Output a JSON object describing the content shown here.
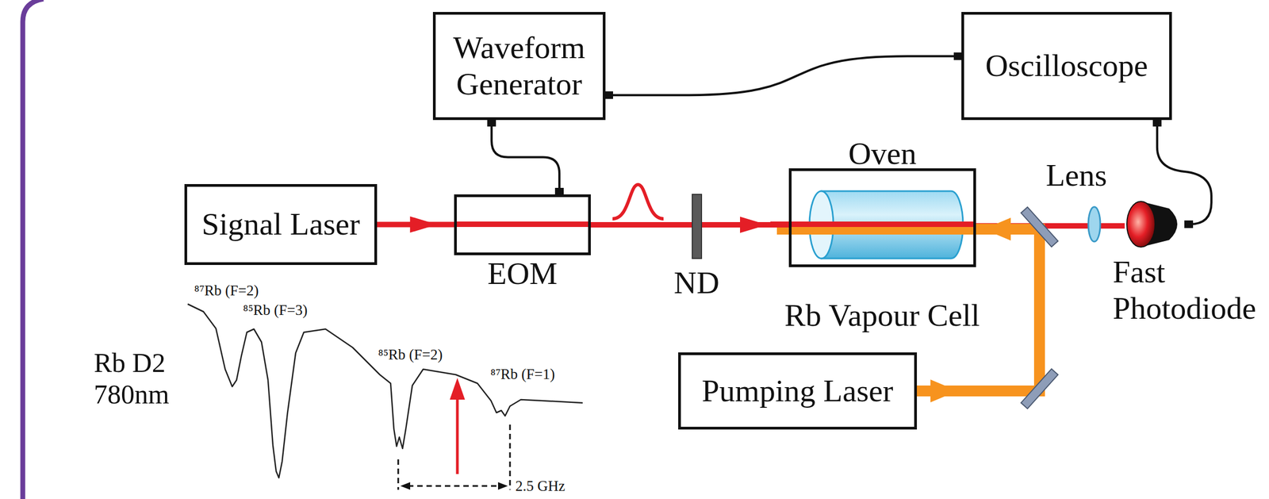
{
  "diagram": {
    "nodes": [
      {
        "text": [
          "Waveform Generator"
        ]
      },
      {
        "text": [
          "Oscilloscope"
        ]
      },
      {
        "text": [
          "Signal Laser"
        ]
      },
      {
        "text": [
          "EOM"
        ]
      },
      {
        "text": [
          "Oven"
        ]
      },
      {
        "text": [
          "Pumping Laser"
        ]
      },
      {
        "text": [
          "Fast Photodiode"
        ]
      }
    ],
    "edges": [
      {
        "from": 2,
        "to": 3,
        "arrow": "to"
      },
      {
        "from": 3,
        "to": 4,
        "arrow": "to"
      },
      {
        "from": 4,
        "to": 6,
        "arrow": "none"
      },
      {
        "from": 5,
        "to": 4,
        "arrow": "to"
      },
      {
        "from": 0,
        "to": 3,
        "arrow": "none"
      },
      {
        "from": 0,
        "to": 1,
        "arrow": "none"
      },
      {
        "from": 1,
        "to": 6,
        "arrow": "none"
      }
    ],
    "labels": [
      "ND",
      "Rb Vapour Cell",
      "Lens",
      "Rb D2 780nm",
      "⁸⁷Rb (F=2)",
      "⁸⁵Rb (F=3)",
      "⁸⁵Rb (F=2)",
      "⁸⁷Rb (F=1)",
      "2.5 GHz"
    ]
  }
}
